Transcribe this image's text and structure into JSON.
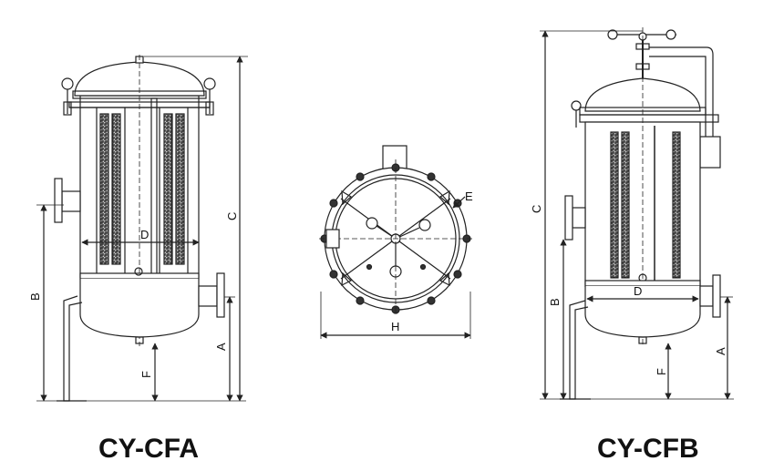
{
  "models": {
    "left": "CY-CFA",
    "right": "CY-CFB"
  },
  "dimensions": {
    "a": "A",
    "b": "B",
    "c": "C",
    "d": "D",
    "e": "E",
    "f": "F",
    "h": "H"
  },
  "colors": {
    "line": "#222222",
    "hatch": "#555555"
  }
}
